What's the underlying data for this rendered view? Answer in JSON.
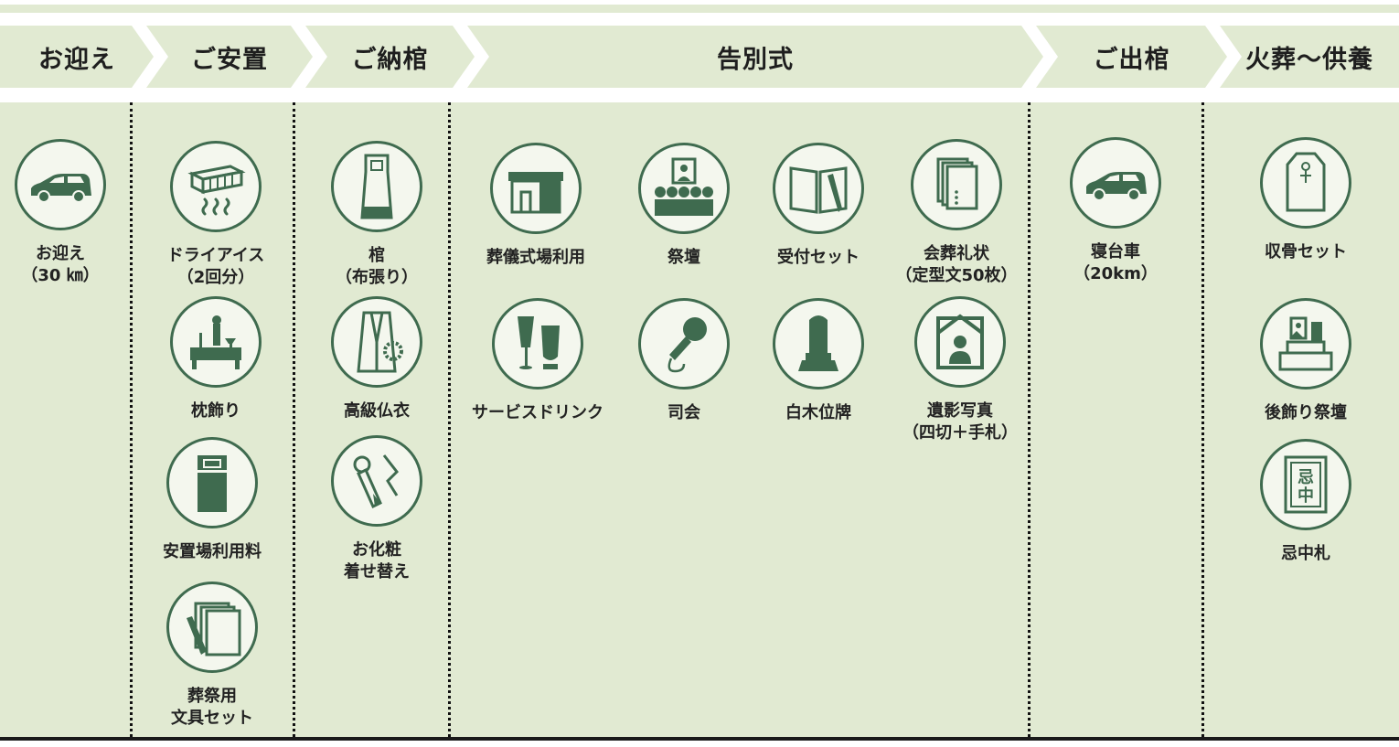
{
  "stages": [
    {
      "label": "お迎え"
    },
    {
      "label": "ご安置"
    },
    {
      "label": "ご納棺"
    },
    {
      "label": "告別式"
    },
    {
      "label": "ご出棺"
    },
    {
      "label": "火葬～供養"
    }
  ],
  "items": {
    "pickup": "お迎え\n（30 ㎞）",
    "dry_ice": "ドライアイス\n（2回分）",
    "pillow_decoration": "枕飾り",
    "resting_fee": "安置場利用料",
    "stationery": "葬祭用\n文具セット",
    "coffin": "棺\n（布張り）",
    "burial_robe": "高級仏衣",
    "makeup": "お化粧\n着せ替え",
    "hall_use": "葬儀式場利用",
    "altar": "祭壇",
    "reception_set": "受付セット",
    "thank_you_cards": "会葬礼状\n（定型文50枚）",
    "drink_service": "サービスドリンク",
    "mc": "司会",
    "mortuary_tablet": "白木位牌",
    "portrait_photo": "遺影写真\n（四切＋手札）",
    "hearse": "寝台車\n（20km）",
    "bone_set": "収骨セット",
    "after_altar": "後飾り祭壇",
    "mourning_sign": "忌中札"
  },
  "icons": {
    "pickup": "car-icon",
    "dry_ice": "dry-ice-icon",
    "pillow_decoration": "pillow-altar-icon",
    "resting_fee": "bed-icon",
    "stationery": "papers-pen-icon",
    "coffin": "coffin-icon",
    "burial_robe": "kimono-icon",
    "makeup": "makeup-brush-icon",
    "hall_use": "building-icon",
    "altar": "flower-altar-icon",
    "reception_set": "book-pen-icon",
    "thank_you_cards": "card-stack-icon",
    "drink_service": "glasses-icon",
    "mc": "microphone-icon",
    "mortuary_tablet": "tablet-icon",
    "portrait_photo": "framed-portrait-icon",
    "hearse": "car-icon",
    "bone_set": "urn-box-icon",
    "after_altar": "home-altar-icon",
    "mourning_sign": "mourning-sign-icon"
  },
  "sign_text": {
    "top": "忌",
    "bottom": "中"
  },
  "colors": {
    "band": "#e1ead2",
    "icon_green": "#3f6b4f",
    "circle_fill": "#f4f7ee"
  }
}
